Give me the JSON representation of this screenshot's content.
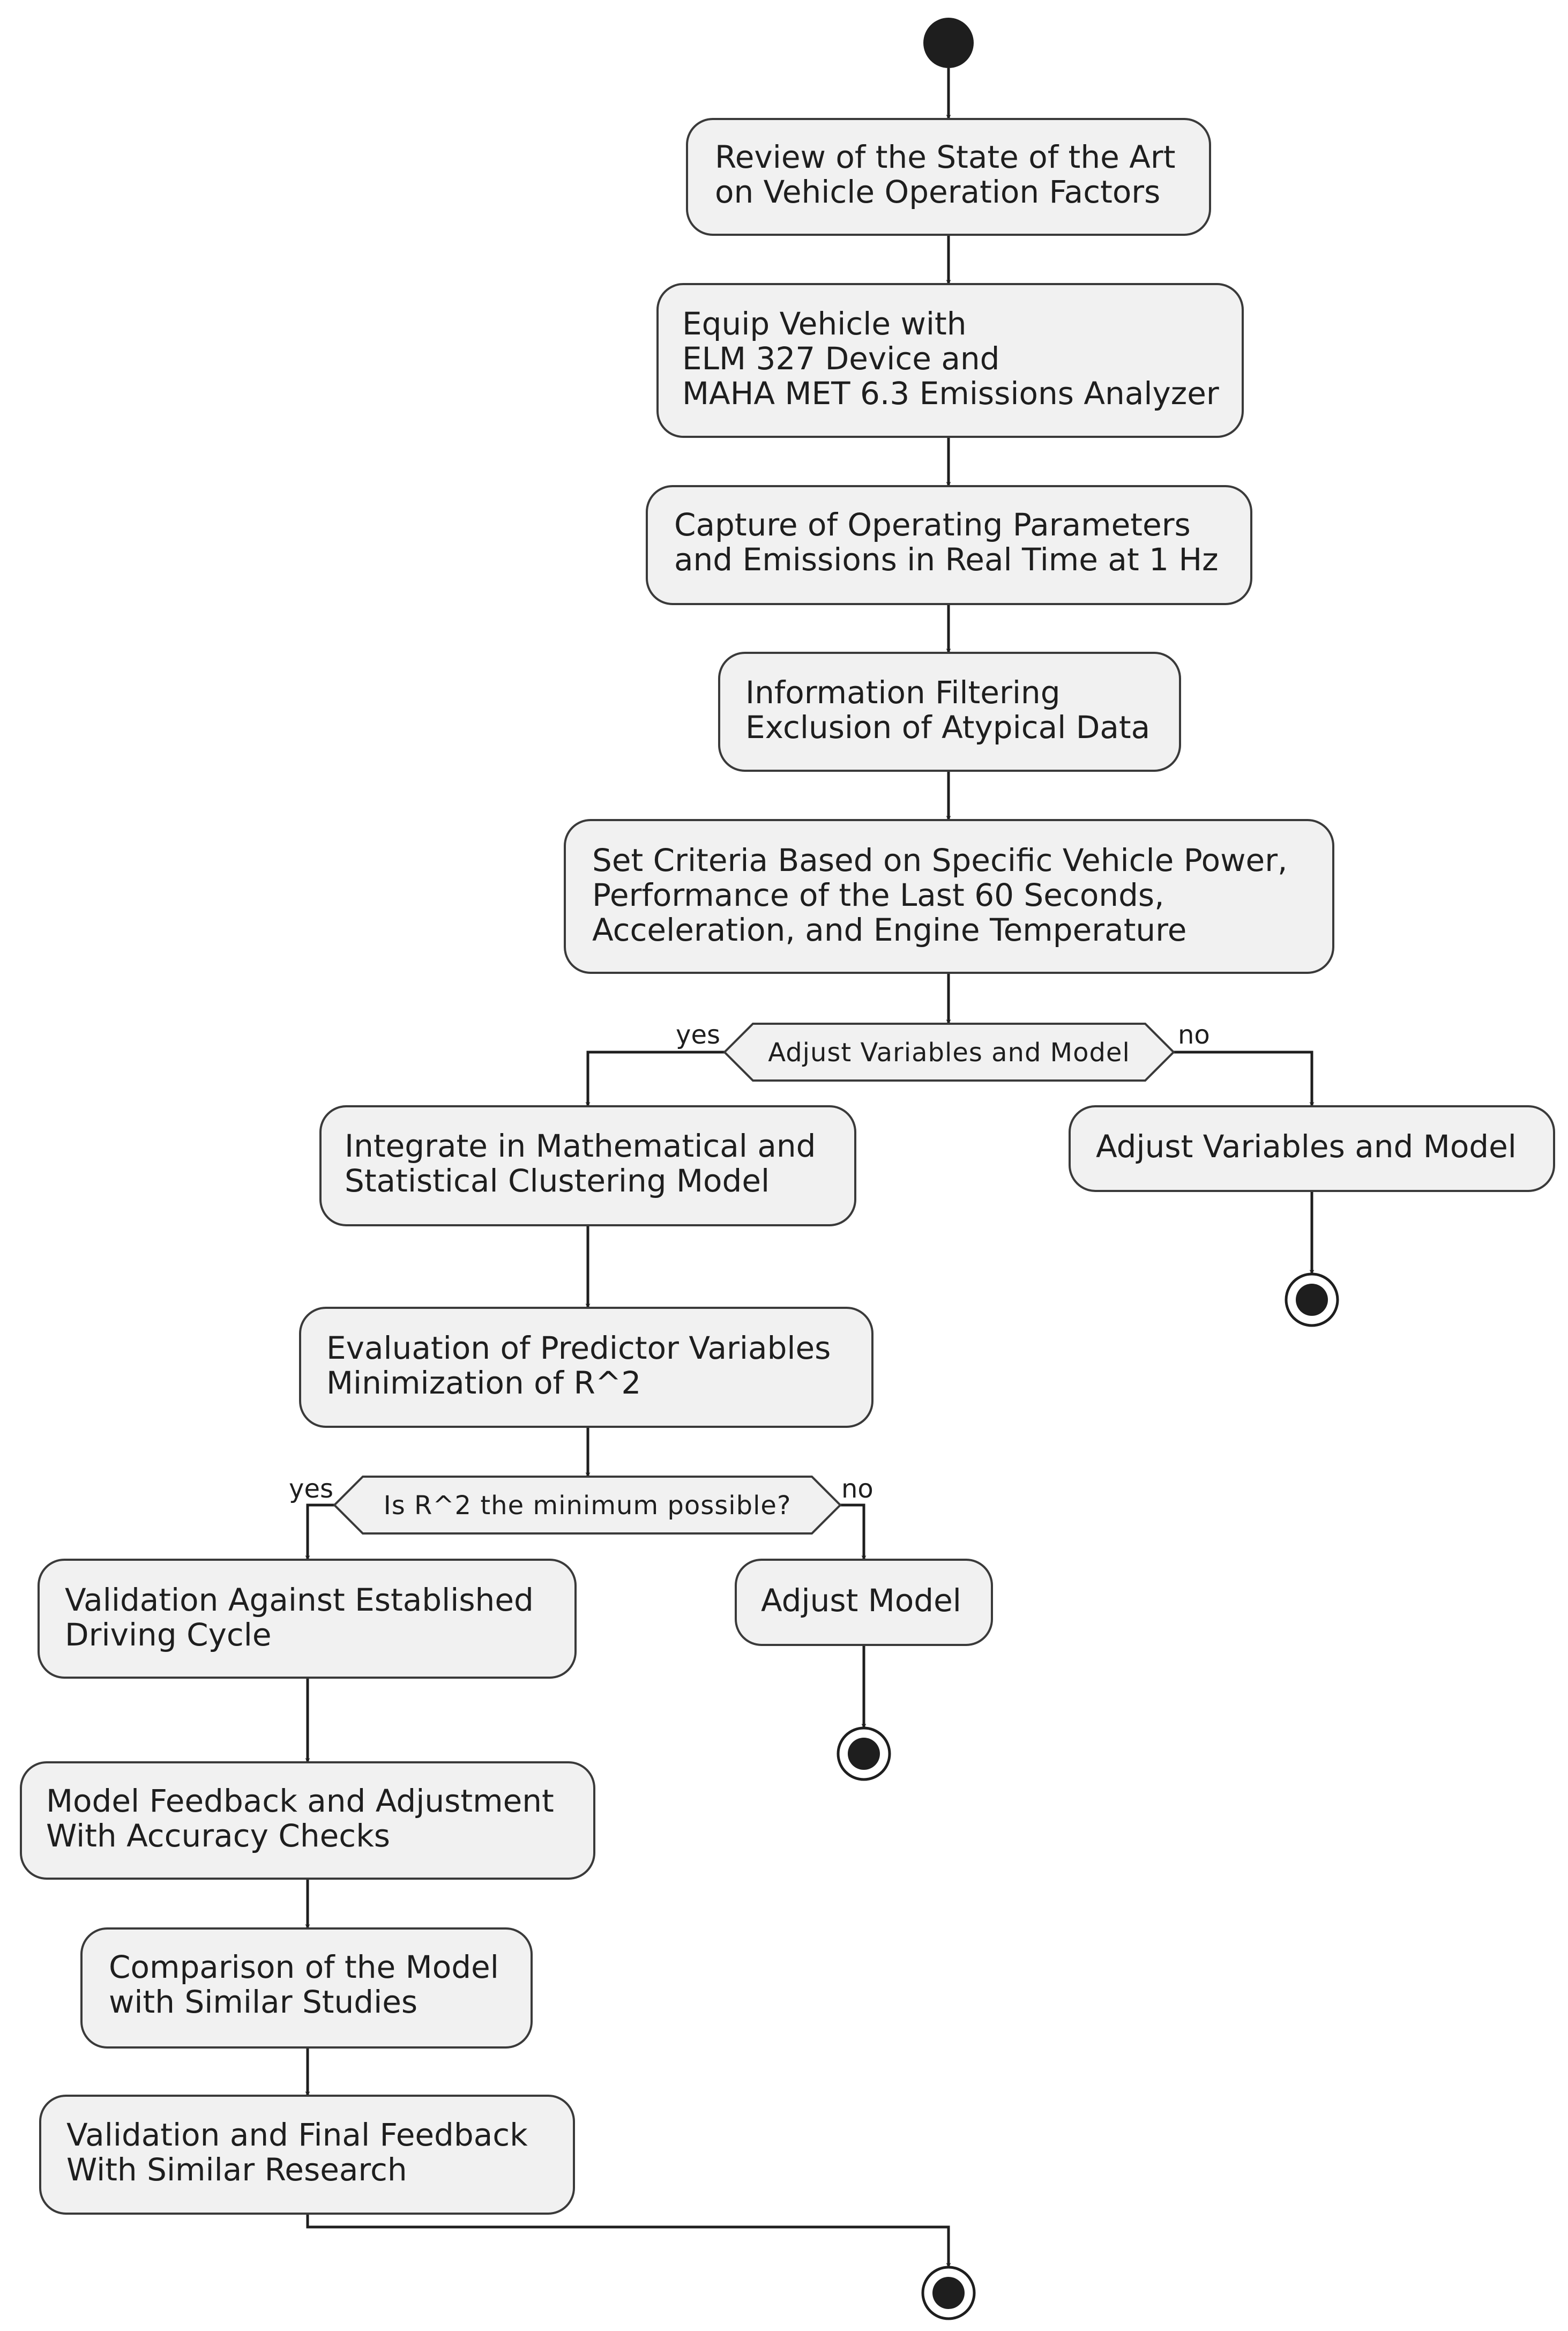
{
  "nodes": {
    "review": [
      "Review of the State of the Art",
      "on Vehicle Operation Factors"
    ],
    "equip": [
      "Equip Vehicle with",
      "ELM 327 Device and",
      "MAHA MET 6.3 Emissions Analyzer"
    ],
    "capture": [
      "Capture of Operating Parameters",
      "and Emissions in Real Time at 1 Hz"
    ],
    "filtering": [
      "Information Filtering",
      "Exclusion of Atypical Data"
    ],
    "criteria": [
      "Set Criteria Based on Specific Vehicle Power,",
      "Performance of the Last 60 Seconds,",
      "Acceleration, and Engine Temperature"
    ],
    "integrate": [
      "Integrate in Mathematical and",
      "Statistical Clustering Model"
    ],
    "adjust_vars": [
      "Adjust Variables and Model"
    ],
    "evaluation": [
      "Evaluation of Predictor Variables",
      "Minimization of R^2"
    ],
    "validation_cycle": [
      "Validation Against Established",
      "Driving Cycle"
    ],
    "adjust_model": [
      "Adjust Model"
    ],
    "feedback": [
      "Model Feedback and Adjustment",
      "With Accuracy Checks"
    ],
    "comparison": [
      "Comparison of the Model",
      "with Similar Studies"
    ],
    "final": [
      "Validation and Final Feedback",
      "With Similar Research"
    ]
  },
  "decisions": {
    "adjust_decision": "Adjust Variables and Model",
    "r2_decision": "Is R^2 the minimum possible?"
  },
  "branch_labels": {
    "d1_yes": "yes",
    "d1_no": "no",
    "d2_yes": "yes",
    "d2_no": "no"
  }
}
